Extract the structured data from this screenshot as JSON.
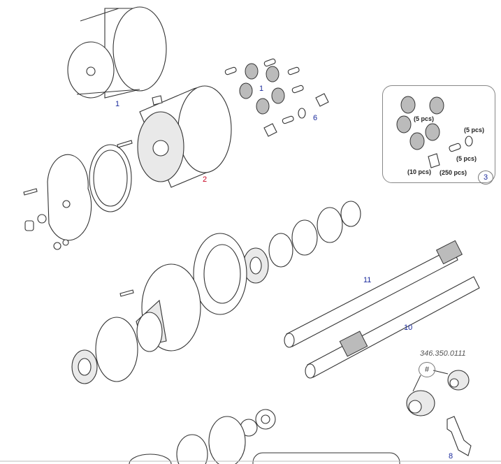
{
  "callouts": {
    "housing_1": "1",
    "rollers_1": "1",
    "item_6": "6",
    "item_2": "2",
    "item_3": "3",
    "item_11": "11",
    "item_10": "10",
    "item_8": "8",
    "hash": "#"
  },
  "inset": {
    "qty_rollers": "(5 pcs)",
    "qty_ring": "(5 pcs)",
    "qty_pin": "(5 pcs)",
    "qty_plate": "(10 pcs)",
    "qty_small": "(250 pcs)"
  },
  "part_number": "346.350.0111",
  "colors": {
    "callout": "#1a2a9c",
    "highlight": "#c8001e"
  }
}
